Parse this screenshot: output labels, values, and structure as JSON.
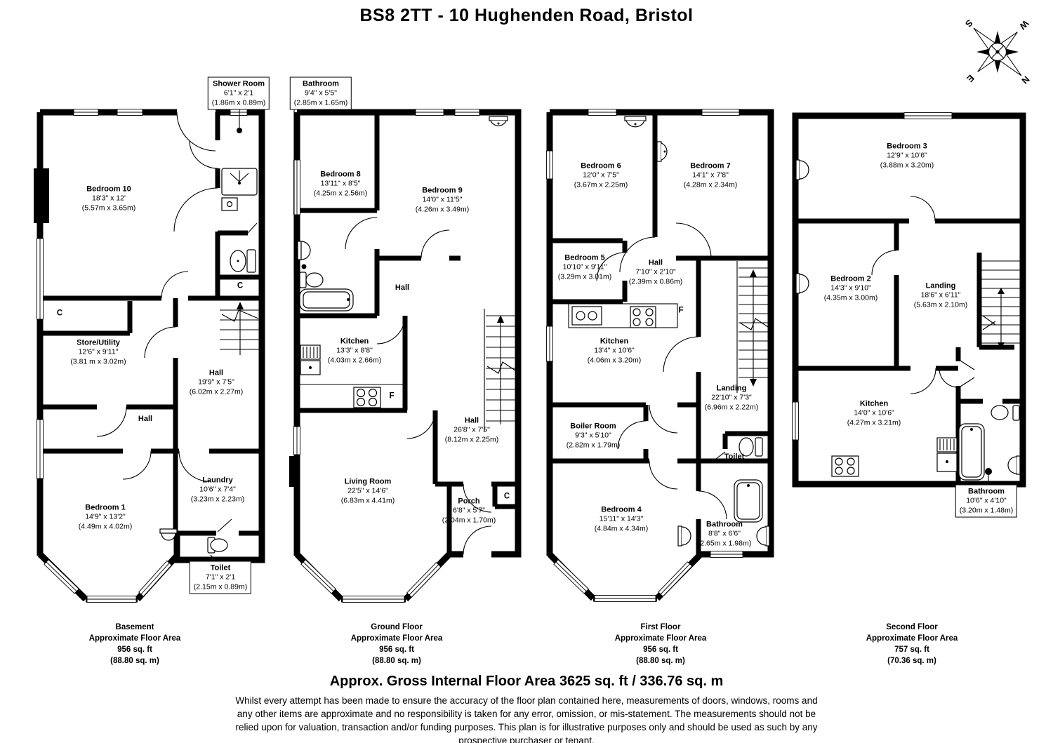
{
  "title": "BS8 2TT - 10 Hughenden Road, Bristol",
  "compass": {
    "n": "N",
    "e": "E",
    "s": "S",
    "w": "W"
  },
  "floors": [
    {
      "id": "basement",
      "rooms": {
        "shower_room": {
          "name": "Shower Room",
          "imp": "6'1\" x 2'1",
          "met": "(1.86m x 0.89m)"
        },
        "bedroom10": {
          "name": "Bedroom 10",
          "imp": "18'3\" x 12'",
          "met": "(5.57m x 3.65m)"
        },
        "closet1": {
          "label": "C"
        },
        "store_utility": {
          "name": "Store/Utility",
          "imp": "12'6\" x 9'11\"",
          "met": "(3.81 m x 3.02m)"
        },
        "hall": {
          "name": "Hall",
          "imp": "19'9\" x 7'5\"",
          "met": "(6.02m x 2.27m)"
        },
        "hall_inner": {
          "name": "Hall"
        },
        "closet2": {
          "label": "C"
        },
        "laundry": {
          "name": "Laundry",
          "imp": "10'6\" x 7'4\"",
          "met": "(3.23m x 2.23m)"
        },
        "bedroom1": {
          "name": "Bedroom 1",
          "imp": "14'9\" x 13'2\"",
          "met": "(4.49m x 4.02m)"
        },
        "toilet": {
          "name": "Toilet",
          "imp": "7'1\" x 2'1",
          "met": "(2.15m x 0.89m)"
        }
      },
      "caption": {
        "title": "Basement",
        "subtitle": "Approximate Floor Area",
        "area_ft": "956 sq. ft",
        "area_m": "(88.80 sq. m)"
      }
    },
    {
      "id": "ground",
      "rooms": {
        "bathroom": {
          "name": "Bathroom",
          "imp": "9'4\" x 5'5\"",
          "met": "(2.85m x 1.65m)"
        },
        "bedroom8": {
          "name": "Bedroom 8",
          "imp": "13'11\" x 8'5\"",
          "met": "(4.25m x 2.56m)"
        },
        "bedroom9": {
          "name": "Bedroom 9",
          "imp": "14'0\" x 11'5\"",
          "met": "(4.26m x 3.49m)"
        },
        "hall_upper": {
          "name": "Hall"
        },
        "kitchen": {
          "name": "Kitchen",
          "imp": "13'3\" x 8'8\"",
          "met": "(4.03m x 2.66m)"
        },
        "fridge": {
          "label": "F"
        },
        "hall": {
          "name": "Hall",
          "imp": "26'8\" x 7'5\"",
          "met": "(8.12m x 2.25m)"
        },
        "living_room": {
          "name": "Living Room",
          "imp": "22'5\" x 14'6\"",
          "met": "(6.83m x 4.41m)"
        },
        "porch": {
          "name": "Porch",
          "imp": "6'8\" x 5'7\"",
          "met": "(2.04m x 1.70m)"
        },
        "closet": {
          "label": "C"
        }
      },
      "caption": {
        "title": "Ground Floor",
        "subtitle": "Approximate Floor Area",
        "area_ft": "956 sq. ft",
        "area_m": "(88.80 sq. m)"
      }
    },
    {
      "id": "first",
      "rooms": {
        "bedroom6": {
          "name": "Bedroom 6",
          "imp": "12'0\" x 7'5\"",
          "met": "(3.67m x 2.25m)"
        },
        "bedroom7": {
          "name": "Bedroom 7",
          "imp": "14'1\" x 7'8\"",
          "met": "(4.28m x 2.34m)"
        },
        "bedroom5": {
          "name": "Bedroom 5",
          "imp": "10'10\" x 9'11\"",
          "met": "(3.29m x 3.01m)"
        },
        "hall": {
          "name": "Hall",
          "imp": "7'10\" x 2'10\"",
          "met": "(2.39m x 0.86m)"
        },
        "fridge": {
          "label": "F"
        },
        "kitchen": {
          "name": "Kitchen",
          "imp": "13'4\" x 10'6\"",
          "met": "(4.06m x 3.20m)"
        },
        "landing": {
          "name": "Landing",
          "imp": "22'10\" x 7'3\"",
          "met": "(6.96m x 2.22m)"
        },
        "boiler_room": {
          "name": "Boiler Room",
          "imp": "9'3\" x 5'10\"",
          "met": "(2.82m x 1.79m)"
        },
        "toilet": {
          "name": "Toilet"
        },
        "bedroom4": {
          "name": "Bedroom 4",
          "imp": "15'11\" x 14'3\"",
          "met": "(4.84m x 4.34m)"
        },
        "bathroom": {
          "name": "Bathroom",
          "imp": "8'8\" x 6'6\"",
          "met": "(2.65m x 1.98m)"
        }
      },
      "caption": {
        "title": "First Floor",
        "subtitle": "Approximate Floor Area",
        "area_ft": "956 sq. ft",
        "area_m": "(88.80 sq. m)"
      }
    },
    {
      "id": "second",
      "rooms": {
        "bedroom3": {
          "name": "Bedroom 3",
          "imp": "12'9\" x 10'6\"",
          "met": "(3.88m x 3.20m)"
        },
        "bedroom2": {
          "name": "Bedroom 2",
          "imp": "14'3\" x 9'10\"",
          "met": "(4.35m x 3.00m)"
        },
        "landing": {
          "name": "Landing",
          "imp": "18'6\" x 6'11\"",
          "met": "(5.63m x 2.10m)"
        },
        "kitchen": {
          "name": "Kitchen",
          "imp": "14'0\" x 10'6\"",
          "met": "(4.27m x 3.21m)"
        },
        "bathroom": {
          "name": "Bathroom",
          "imp": "10'6\" x 4'10\"",
          "met": "(3.20m x 1.48m)"
        }
      },
      "caption": {
        "title": "Second Floor",
        "subtitle": "Approximate Floor Area",
        "area_ft": "757 sq. ft",
        "area_m": "(70.36 sq. m)"
      }
    }
  ],
  "footer": {
    "gross": "Approx. Gross Internal Floor Area 3625 sq. ft / 336.76 sq. m",
    "disclaimer": "Whilst every attempt has been made to ensure the accuracy of the floor plan contained here, measurements of doors, windows, rooms and any other items are approximate and no responsibility is taken for any error, omission, or mis-statement. The measurements should not be relied upon for valuation, transaction and/or funding purposes. This plan is for illustrative purposes only and should be used as such by any prospective purchaser or tenant."
  }
}
